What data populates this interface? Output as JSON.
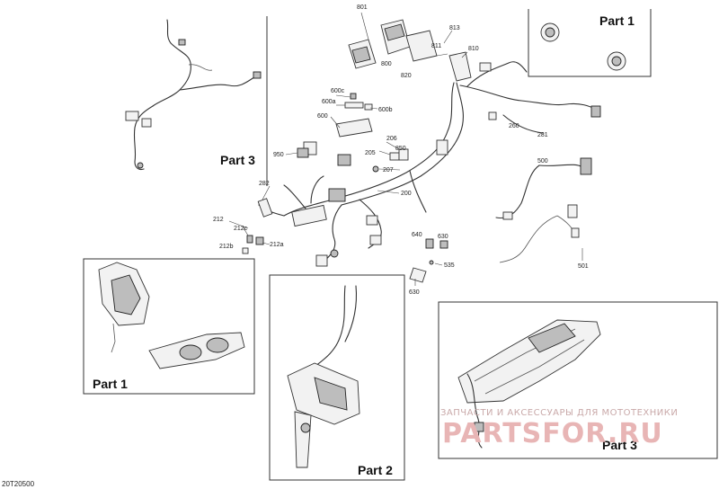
{
  "diagram_code": "20T20500",
  "parts": {
    "part1_top": "Part 1",
    "part3_left": "Part 3",
    "part1_bottom": "Part 1",
    "part2": "Part 2",
    "part3_bottom": "Part 3"
  },
  "callouts": {
    "c801": "801",
    "c813": "813",
    "c811": "811",
    "c810": "810",
    "c800": "800",
    "c820": "820",
    "c600c": "600c",
    "c600a": "600a",
    "c600b": "600b",
    "c600": "600",
    "c260": "260",
    "c281": "281",
    "c206": "206",
    "c850": "850",
    "c950": "950",
    "c205": "205",
    "c207": "207",
    "c200": "200",
    "c282": "282",
    "c500": "500",
    "c212": "212",
    "c212c": "212c",
    "c212b": "212b",
    "c212a": "212a",
    "c640": "640",
    "c630a": "630",
    "c535": "535",
    "c630b": "630",
    "c501": "501"
  },
  "watermark": {
    "line1": "ЗАПЧАСТИ И АКСЕССУАРЫ ДЛЯ МОТОТЕХНИКИ",
    "line2": "PARTSFOR.RU"
  }
}
